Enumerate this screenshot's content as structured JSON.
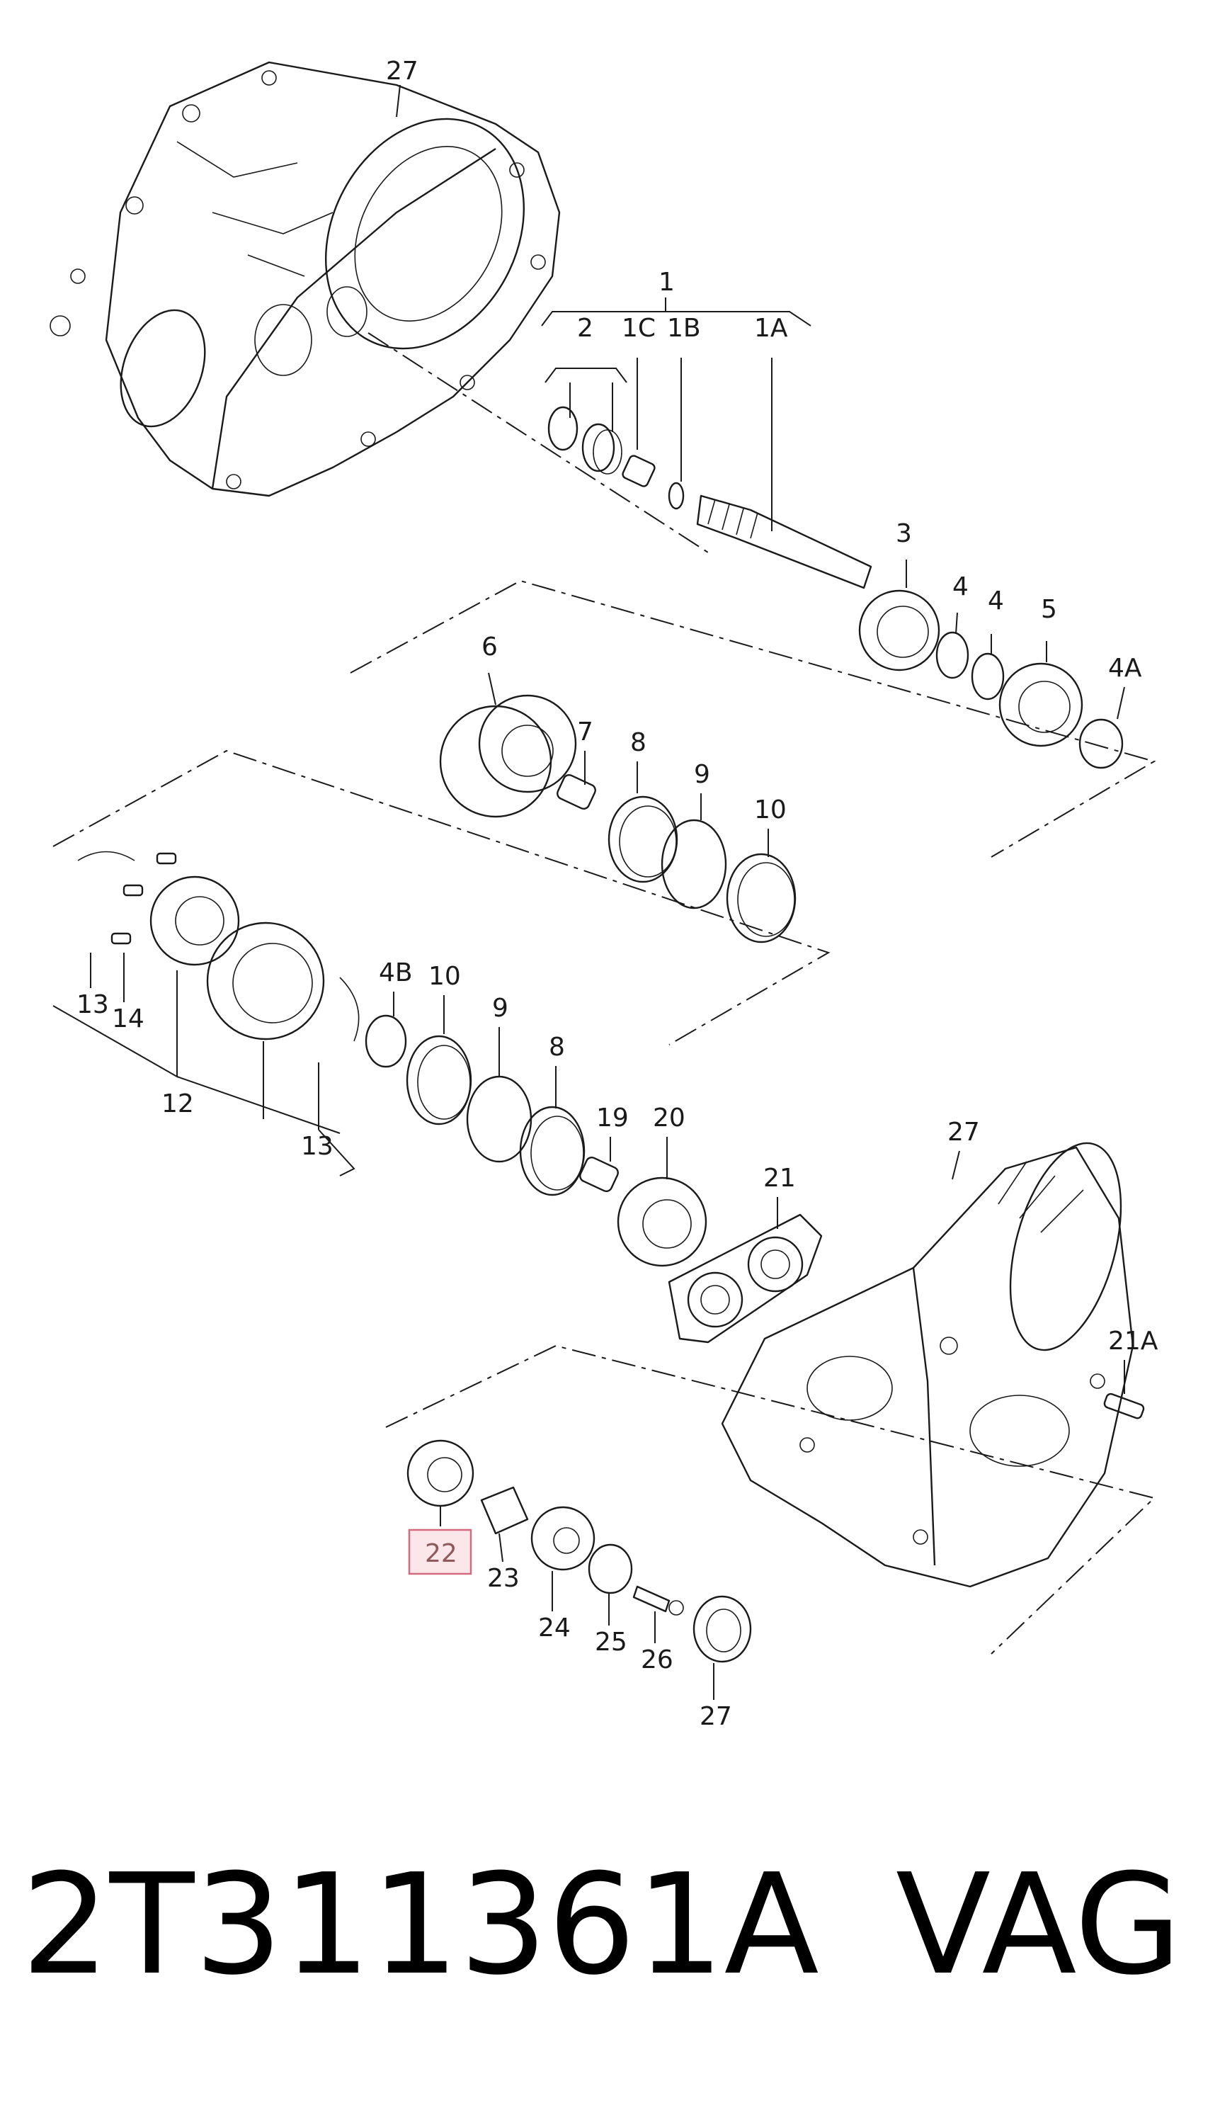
{
  "callouts": {
    "c27a": "27",
    "c1": "1",
    "c2": "2",
    "c1C": "1C",
    "c1B": "1B",
    "c1A": "1A",
    "c3": "3",
    "c4a": "4",
    "c4b": "4",
    "c5": "5",
    "c4A": "4A",
    "c6": "6",
    "c7": "7",
    "c8a": "8",
    "c9a": "9",
    "c10a": "10",
    "c13a": "13",
    "c14": "14",
    "c12": "12",
    "c13b": "13",
    "c4B": "4B",
    "c10b": "10",
    "c9b": "9",
    "c8b": "8",
    "c19": "19",
    "c20": "20",
    "c21": "21",
    "c27b": "27",
    "c21A": "21A",
    "c22": "22",
    "c23": "23",
    "c24": "24",
    "c25": "25",
    "c26": "26",
    "c27c": "27"
  },
  "highlight": {
    "part": "22",
    "color": "#d26a80"
  },
  "footer": {
    "part_number": "2T311361A",
    "brand": "VAG"
  }
}
